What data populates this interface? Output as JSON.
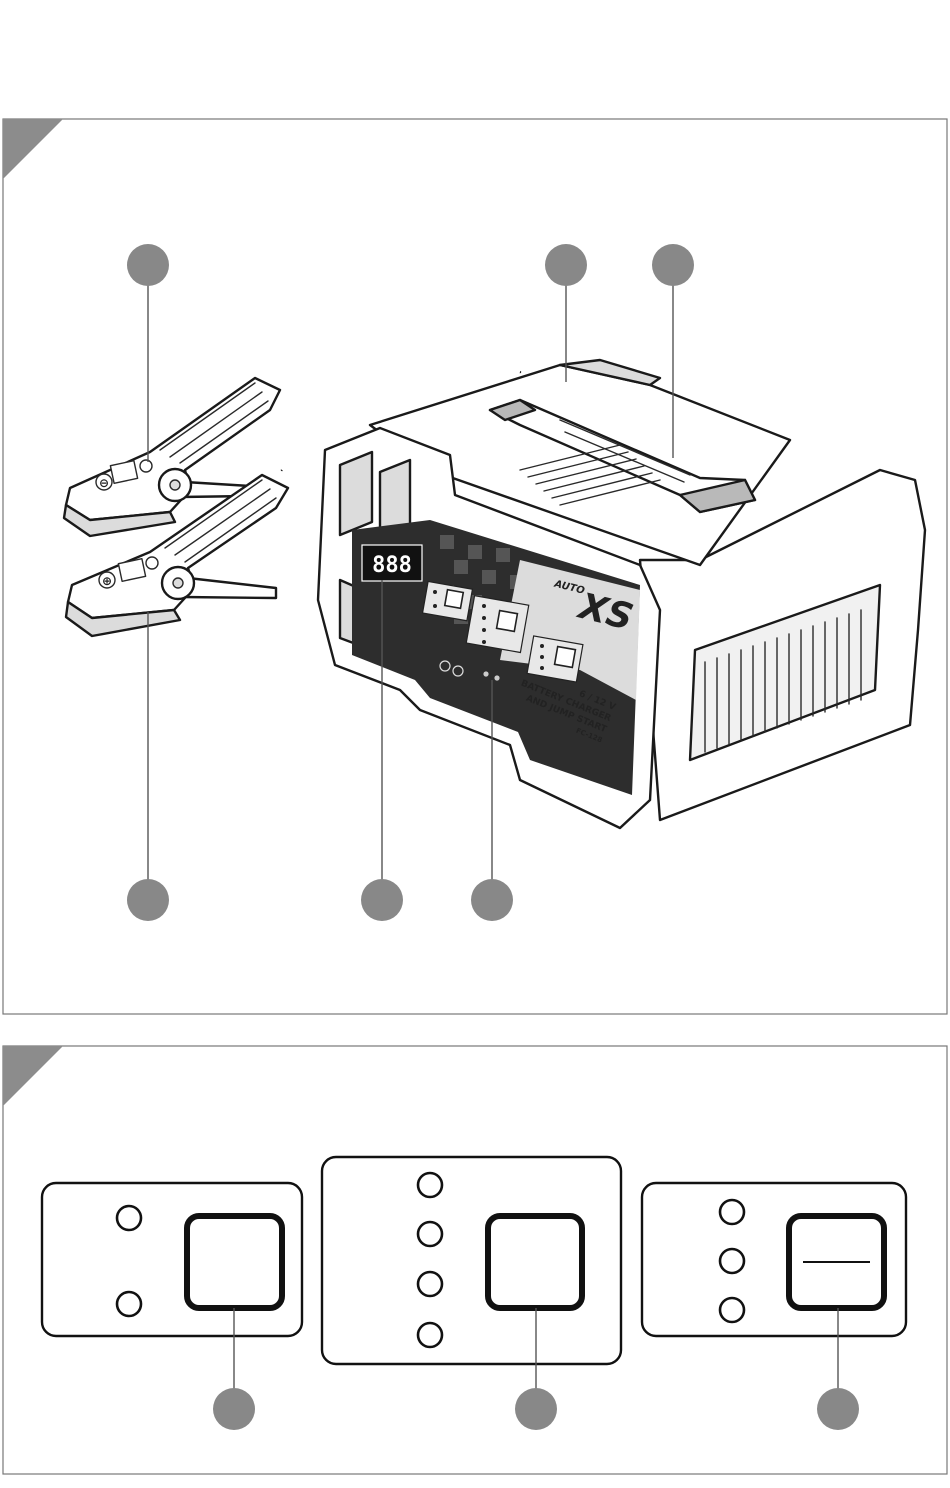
{
  "figure_top": {
    "product_label": {
      "brand_small": "AUTO",
      "brand_large": "XS",
      "voltage": "6 / 12 V",
      "line1": "BATTERY CHARGER",
      "line2": "AND JUMP START",
      "model": "FC-128"
    },
    "display_readout": "888",
    "clamp_negative_symbol": "⊖",
    "clamp_positive_symbol": "⊕",
    "colors": {
      "callout": "#888888",
      "panel_dark": "#2d2d2d"
    }
  },
  "figure_bottom": {
    "panels": [
      {
        "led_count": 2
      },
      {
        "led_count": 4
      },
      {
        "led_count": 3
      }
    ]
  }
}
